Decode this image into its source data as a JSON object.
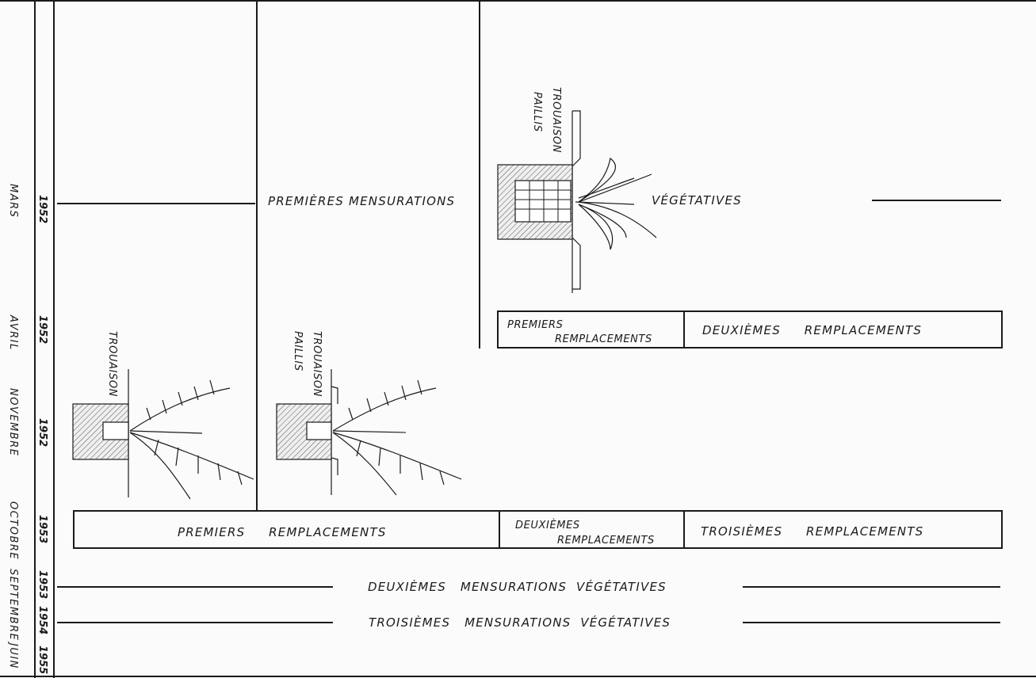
{
  "timeline": {
    "months": [
      "MARS",
      "AVRIL",
      "NOVEMBRE",
      "OCTOBRE",
      "SEPTEMBRE",
      "JUIN"
    ],
    "years": [
      "1952",
      "1952",
      "1952",
      "1953",
      "1953",
      "1954",
      "1955"
    ]
  },
  "diagram": {
    "premieres_mensurations": "PREMIÈRES MENSURATIONS",
    "vegetatives": "VÉGÉTATIVES",
    "trouaison": "TROUAISON",
    "trouaison_paillis_1": "TROUAISON",
    "trouaison_paillis_2": "PAILLIS",
    "trouaison_paillis_top_1": "TROUAISON",
    "trouaison_paillis_top_2": "PAILLIS",
    "row1": {
      "premiers_1": "PREMIERS",
      "premiers_2": "REMPLACEMENTS",
      "deuxiemes": "DEUXIÈMES     REMPLACEMENTS"
    },
    "row2": {
      "premiers": "PREMIERS     REMPLACEMENTS",
      "deuxiemes_1": "DEUXIÈMES",
      "deuxiemes_2": "REMPLACEMENTS",
      "troisiemes": "TROISIÈMES     REMPLACEMENTS"
    },
    "deuxiemes_mensurations": "DEUXIÈMES   MENSURATIONS  VÉGÉTATIVES",
    "troisiemes_mensurations": "TROISIÈMES   MENSURATIONS  VÉGÉTATIVES"
  }
}
